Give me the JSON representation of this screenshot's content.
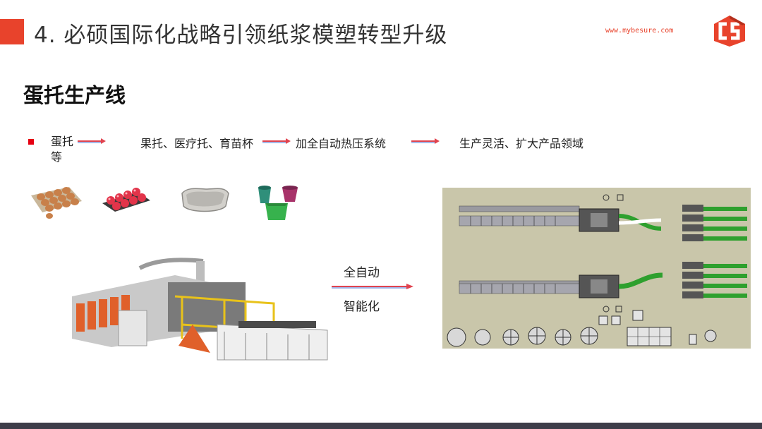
{
  "header": {
    "title": "4. 必硕国际化战略引领纸浆模塑转型升级",
    "website": "www.mybesure.com",
    "accent_color": "#e8432c",
    "logo_icon": "cs-logo"
  },
  "section": {
    "subtitle": "蛋托生产线"
  },
  "flow": {
    "bullet_color": "#e60012",
    "step1_line1": "蛋托",
    "step1_line2": "等",
    "step2": "果托、医疗托、育苗杯",
    "step3": "加全自动热压系统",
    "step4": "生产灵活、扩大产品领域",
    "arrow_color": "#e0434f"
  },
  "products": [
    {
      "icon": "egg-tray-image"
    },
    {
      "icon": "fruit-tray-image"
    },
    {
      "icon": "medical-tray-image"
    },
    {
      "icon": "seedling-cups-image"
    }
  ],
  "machine": {
    "icon": "egg-tray-production-line-image"
  },
  "transition": {
    "line1": "全自动",
    "line2": "智能化"
  },
  "layout_diagram": {
    "icon": "automatic-line-layout-diagram",
    "background": "#c9c6aa",
    "pipe_color": "#2ea02e"
  },
  "footer": {
    "band_color": "#3d3d49"
  }
}
